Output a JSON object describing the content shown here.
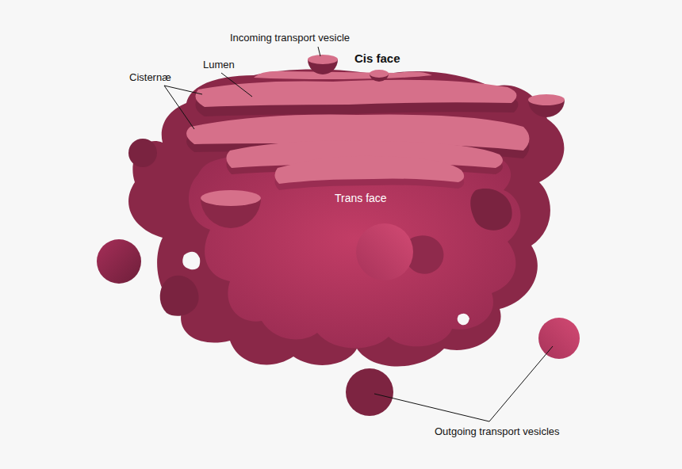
{
  "diagram": {
    "labels": [
      "Incoming transport vesicle",
      "Cis face",
      "Lumen",
      "Cisternæ",
      "Trans face",
      "Outgoing transport vesicles"
    ]
  }
}
